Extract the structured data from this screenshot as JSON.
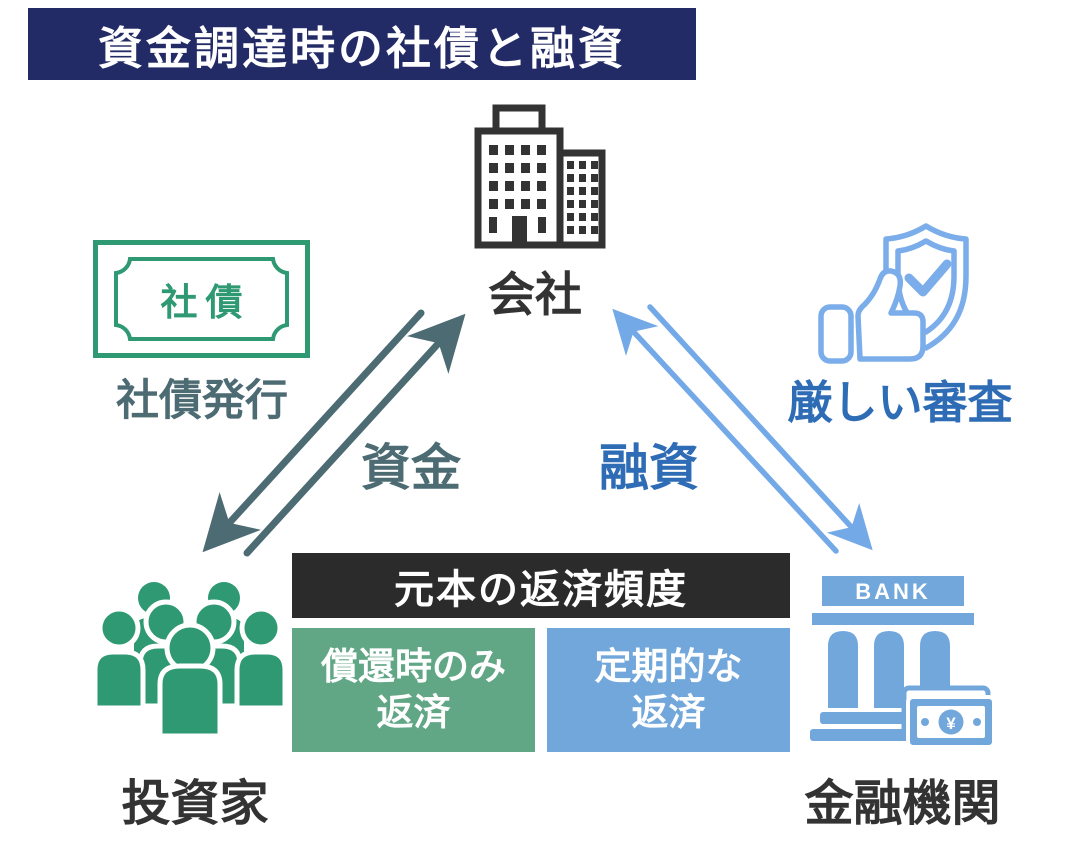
{
  "title": "資金調達時の社債と融資",
  "company": {
    "label": "会社"
  },
  "bond": {
    "certificate_label": "社債",
    "issue_label": "社債発行"
  },
  "flows": {
    "funds": "資金",
    "loan": "融資"
  },
  "screening": {
    "label": "厳しい審査"
  },
  "table": {
    "header": "元本の返済頻度",
    "cells": [
      {
        "line1": "償還時のみ",
        "line2": "返済",
        "color": "#61a685"
      },
      {
        "line1": "定期的な",
        "line2": "返済",
        "color": "#72a7db"
      }
    ]
  },
  "investors": {
    "label": "投資家"
  },
  "bank": {
    "label": "金融機関",
    "sign": "BANK",
    "currency": "¥"
  },
  "colors": {
    "title_bg": "#232b66",
    "dark_text": "#333333",
    "bond_flow": "#4d6b72",
    "green_accent": "#2e9973",
    "green_cell": "#61a685",
    "blue_cell": "#72a7db",
    "loan_arrow": "#74a9e8",
    "loan_text": "#2e6cb5",
    "table_header_bg": "#2b2b2b"
  }
}
